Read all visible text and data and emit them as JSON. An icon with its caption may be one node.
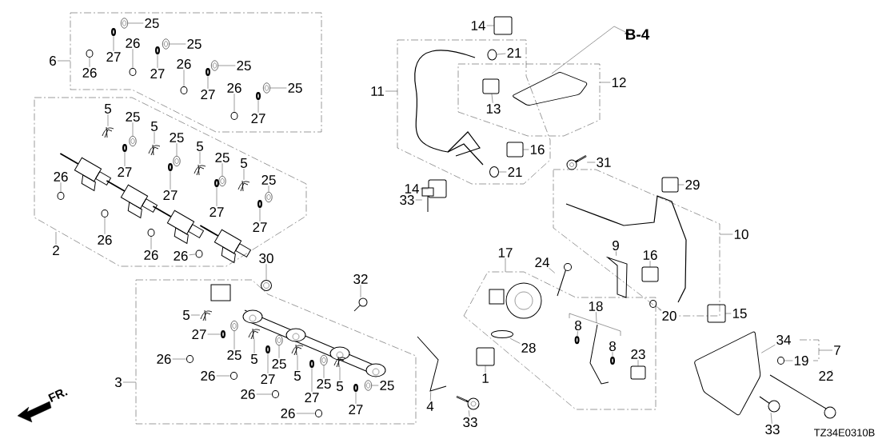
{
  "diagram": {
    "nodes": [
      {
        "text": [],
        "shape": "box"
      },
      {
        "text": [],
        "shape": "box"
      },
      {
        "text": [],
        "shape": "box"
      },
      {
        "text": [],
        "shape": "box"
      },
      {
        "text": [],
        "shape": "box"
      },
      {
        "text": [],
        "shape": "box"
      },
      {
        "text": [],
        "shape": "box"
      },
      {
        "text": [],
        "shape": "bracket"
      },
      {
        "text": [
          "25"
        ],
        "in": 0
      },
      {
        "text": [
          "27"
        ],
        "in": 0
      },
      {
        "text": [
          "26"
        ],
        "in": 0
      },
      {
        "text": [
          "25"
        ],
        "in": 0
      },
      {
        "text": [
          "27"
        ],
        "in": 0
      },
      {
        "text": [
          "26"
        ],
        "in": 0
      },
      {
        "text": [
          "25"
        ],
        "in": 0
      },
      {
        "text": [
          "27"
        ],
        "in": 0
      },
      {
        "text": [
          "26"
        ],
        "in": 0
      },
      {
        "text": [
          "25"
        ],
        "in": 0
      },
      {
        "text": [
          "27"
        ],
        "in": 0
      },
      {
        "text": [
          "26"
        ],
        "in": 0
      },
      {
        "text": [
          "6"
        ]
      },
      {
        "text": [
          "5"
        ],
        "in": 1
      },
      {
        "text": [
          "25"
        ],
        "in": 1
      },
      {
        "text": [
          "27"
        ],
        "in": 1
      },
      {
        "text": [
          "5"
        ],
        "in": 1
      },
      {
        "text": [
          "25"
        ],
        "in": 1
      },
      {
        "text": [
          "27"
        ],
        "in": 1
      },
      {
        "text": [
          "5"
        ],
        "in": 1
      },
      {
        "text": [
          "25"
        ],
        "in": 1
      },
      {
        "text": [
          "27"
        ],
        "in": 1
      },
      {
        "text": [
          "5"
        ],
        "in": 1
      },
      {
        "text": [
          "25"
        ],
        "in": 1
      },
      {
        "text": [
          "27"
        ],
        "in": 1
      },
      {
        "text": [
          "26"
        ],
        "in": 1
      },
      {
        "text": [
          "26"
        ],
        "in": 1
      },
      {
        "text": [
          "26"
        ],
        "in": 1
      },
      {
        "text": [
          "26"
        ],
        "in": 1
      },
      {
        "text": [
          "2"
        ]
      },
      {
        "text": [
          "30"
        ]
      },
      {
        "text": [
          "32"
        ]
      },
      {
        "text": [
          "5"
        ],
        "in": 2
      },
      {
        "text": [
          "27"
        ],
        "in": 2
      },
      {
        "text": [
          "25"
        ],
        "in": 2
      },
      {
        "text": [
          "5"
        ],
        "in": 2
      },
      {
        "text": [
          "27"
        ],
        "in": 2
      },
      {
        "text": [
          "25"
        ],
        "in": 2
      },
      {
        "text": [
          "5"
        ],
        "in": 2
      },
      {
        "text": [
          "27"
        ],
        "in": 2
      },
      {
        "text": [
          "25"
        ],
        "in": 2
      },
      {
        "text": [
          "5"
        ],
        "in": 2
      },
      {
        "text": [
          "27"
        ],
        "in": 2
      },
      {
        "text": [
          "25"
        ],
        "in": 2
      },
      {
        "text": [
          "26"
        ],
        "in": 2
      },
      {
        "text": [
          "26"
        ],
        "in": 2
      },
      {
        "text": [
          "26"
        ],
        "in": 2
      },
      {
        "text": [
          "26"
        ],
        "in": 2
      },
      {
        "text": [
          "3"
        ]
      },
      {
        "text": [
          "14"
        ]
      },
      {
        "text": [
          "21"
        ],
        "in": 3
      },
      {
        "text": [
          "11"
        ]
      },
      {
        "text": [
          "12"
        ]
      },
      {
        "text": [
          "13"
        ]
      },
      {
        "text": [
          "16"
        ],
        "in": 3
      },
      {
        "text": [
          "21"
        ],
        "in": 3
      },
      {
        "text": [
          "14"
        ]
      },
      {
        "text": [
          "31"
        ]
      },
      {
        "text": [
          "33"
        ]
      },
      {
        "text": [
          "29"
        ]
      },
      {
        "text": [
          "10"
        ]
      },
      {
        "text": [
          "17"
        ]
      },
      {
        "text": [
          "24"
        ]
      },
      {
        "text": [
          "9"
        ],
        "in": 5
      },
      {
        "text": [
          "16"
        ],
        "in": 5
      },
      {
        "text": [
          "20"
        ]
      },
      {
        "text": [
          "15"
        ]
      },
      {
        "text": [
          "18"
        ],
        "in": 6
      },
      {
        "text": [
          "8"
        ],
        "in": 6
      },
      {
        "text": [
          "8"
        ],
        "in": 6
      },
      {
        "text": [
          "23"
        ],
        "in": 6
      },
      {
        "text": [
          "28"
        ],
        "in": 6
      },
      {
        "text": [
          "1"
        ]
      },
      {
        "text": [
          "4"
        ]
      },
      {
        "text": [
          "33"
        ]
      },
      {
        "text": [
          "34"
        ]
      },
      {
        "text": [
          "19"
        ]
      },
      {
        "text": [
          "7"
        ]
      },
      {
        "text": [
          "22"
        ]
      },
      {
        "text": [
          "33"
        ]
      },
      {
        "text": [],
        "shape": "circle",
        "in": 0
      },
      {
        "text": [],
        "shape": "circle",
        "in": 0
      },
      {
        "text": [],
        "shape": "circle",
        "in": 0
      },
      {
        "text": [],
        "shape": "circle",
        "in": 0
      },
      {
        "text": [],
        "shape": "circle",
        "in": 0
      },
      {
        "text": [],
        "shape": "circle",
        "in": 0
      },
      {
        "text": [],
        "shape": "circle",
        "in": 0
      },
      {
        "text": [],
        "shape": "circle",
        "in": 0
      },
      {
        "text": [],
        "shape": "circle",
        "in": 0
      },
      {
        "text": [],
        "shape": "circle",
        "in": 0
      },
      {
        "text": [],
        "shape": "circle",
        "in": 0
      },
      {
        "text": [],
        "shape": "circle",
        "in": 0
      },
      {
        "text": [],
        "shape": "picture",
        "in": 1
      },
      {
        "text": [],
        "shape": "circle",
        "in": 1
      },
      {
        "text": [],
        "shape": "circle",
        "in": 1
      },
      {
        "text": [],
        "shape": "picture",
        "in": 1
      },
      {
        "text": [],
        "shape": "circle",
        "in": 1
      },
      {
        "text": [],
        "shape": "circle",
        "in": 1
      },
      {
        "text": [],
        "shape": "picture",
        "in": 1
      },
      {
        "text": [],
        "shape": "circle",
        "in": 1
      },
      {
        "text": [],
        "shape": "circle",
        "in": 1
      },
      {
        "text": [],
        "shape": "picture",
        "in": 1
      },
      {
        "text": [],
        "shape": "circle",
        "in": 1
      },
      {
        "text": [],
        "shape": "circle",
        "in": 1
      },
      {
        "text": [],
        "shape": "circle",
        "in": 1
      },
      {
        "text": [],
        "shape": "circle",
        "in": 1
      },
      {
        "text": [],
        "shape": "circle",
        "in": 1
      },
      {
        "text": [],
        "shape": "circle",
        "in": 1
      },
      {
        "text": [],
        "shape": "circle"
      },
      {
        "text": [],
        "shape": "picture"
      },
      {
        "text": [],
        "shape": "picture",
        "in": 2
      },
      {
        "text": [],
        "shape": "circle",
        "in": 2
      },
      {
        "text": [],
        "shape": "circle",
        "in": 2
      },
      {
        "text": [],
        "shape": "picture",
        "in": 2
      },
      {
        "text": [],
        "shape": "circle",
        "in": 2
      },
      {
        "text": [],
        "shape": "circle",
        "in": 2
      },
      {
        "text": [],
        "shape": "picture",
        "in": 2
      },
      {
        "text": [],
        "shape": "circle",
        "in": 2
      },
      {
        "text": [],
        "shape": "circle",
        "in": 2
      },
      {
        "text": [],
        "shape": "picture",
        "in": 2
      },
      {
        "text": [],
        "shape": "circle",
        "in": 2
      },
      {
        "text": [],
        "shape": "circle",
        "in": 2
      },
      {
        "text": [],
        "shape": "circle",
        "in": 2
      },
      {
        "text": [],
        "shape": "circle",
        "in": 2
      },
      {
        "text": [],
        "shape": "circle",
        "in": 2
      },
      {
        "text": [],
        "shape": "circle",
        "in": 2
      },
      {
        "text": [],
        "shape": "box"
      },
      {
        "text": [],
        "shape": "circle",
        "in": 3
      },
      {
        "text": [],
        "shape": "box"
      },
      {
        "text": [],
        "shape": "box",
        "in": 3
      },
      {
        "text": [],
        "shape": "circle",
        "in": 3
      },
      {
        "text": [],
        "shape": "box"
      },
      {
        "text": [],
        "shape": "picture"
      },
      {
        "text": [],
        "shape": "picture"
      },
      {
        "text": [],
        "shape": "box"
      },
      {
        "text": [],
        "shape": "picture"
      },
      {
        "text": [],
        "shape": "picture"
      },
      {
        "text": [],
        "shape": "box",
        "in": 5
      },
      {
        "text": [],
        "shape": "circle"
      },
      {
        "text": [],
        "shape": "box"
      },
      {
        "text": [],
        "shape": "picture",
        "in": 6
      },
      {
        "text": [],
        "shape": "circle",
        "in": 6
      },
      {
        "text": [],
        "shape": "circle",
        "in": 6
      },
      {
        "text": [],
        "shape": "box",
        "in": 6
      },
      {
        "text": [],
        "shape": "circle",
        "in": 6
      },
      {
        "text": [],
        "shape": "box"
      },
      {
        "text": [],
        "shape": "picture"
      },
      {
        "text": [],
        "shape": "picture"
      },
      {
        "text": [],
        "shape": "picture"
      },
      {
        "text": [],
        "shape": "circle"
      },
      {
        "text": [],
        "shape": "picture"
      },
      {
        "text": [],
        "shape": "picture"
      }
    ],
    "edges": [
      {
        "from": 8,
        "to": 88,
        "arrow": "none"
      },
      {
        "from": 9,
        "to": 89,
        "arrow": "none"
      },
      {
        "from": 10,
        "to": 90,
        "arrow": "none"
      },
      {
        "from": 11,
        "to": 91,
        "arrow": "none"
      },
      {
        "from": 12,
        "to": 92,
        "arrow": "none"
      },
      {
        "from": 13,
        "to": 93,
        "arrow": "none"
      },
      {
        "from": 14,
        "to": 94,
        "arrow": "none"
      },
      {
        "from": 15,
        "to": 95,
        "arrow": "none"
      },
      {
        "from": 16,
        "to": 96,
        "arrow": "none"
      },
      {
        "from": 17,
        "to": 97,
        "arrow": "none"
      },
      {
        "from": 18,
        "to": 98,
        "arrow": "none"
      },
      {
        "from": 19,
        "to": 99,
        "arrow": "none"
      },
      {
        "from": 20,
        "to": 0,
        "arrow": "none"
      },
      {
        "from": 21,
        "to": 100,
        "arrow": "none"
      },
      {
        "from": 22,
        "to": 101,
        "arrow": "none"
      },
      {
        "from": 23,
        "to": 102,
        "arrow": "none"
      },
      {
        "from": 24,
        "to": 103,
        "arrow": "none"
      },
      {
        "from": 25,
        "to": 104,
        "arrow": "none"
      },
      {
        "from": 26,
        "to": 105,
        "arrow": "none"
      },
      {
        "from": 27,
        "to": 106,
        "arrow": "none"
      },
      {
        "from": 28,
        "to": 107,
        "arrow": "none"
      },
      {
        "from": 29,
        "to": 108,
        "arrow": "none"
      },
      {
        "from": 30,
        "to": 109,
        "arrow": "none"
      },
      {
        "from": 31,
        "to": 110,
        "arrow": "none"
      },
      {
        "from": 32,
        "to": 111,
        "arrow": "none"
      },
      {
        "from": 33,
        "to": 112,
        "arrow": "none"
      },
      {
        "from": 34,
        "to": 113,
        "arrow": "none"
      },
      {
        "from": 35,
        "to": 114,
        "arrow": "none"
      },
      {
        "from": 36,
        "to": 115,
        "arrow": "none"
      },
      {
        "from": 37,
        "to": 1,
        "arrow": "none"
      },
      {
        "from": 38,
        "to": 116,
        "arrow": "none"
      },
      {
        "from": 39,
        "to": 117,
        "arrow": "none"
      },
      {
        "from": 40,
        "to": 118,
        "arrow": "none"
      },
      {
        "from": 41,
        "to": 119,
        "arrow": "none"
      },
      {
        "from": 42,
        "to": 120,
        "arrow": "none"
      },
      {
        "from": 43,
        "to": 121,
        "arrow": "none"
      },
      {
        "from": 44,
        "to": 122,
        "arrow": "none"
      },
      {
        "from": 45,
        "to": 123,
        "arrow": "none"
      },
      {
        "from": 46,
        "to": 124,
        "arrow": "none"
      },
      {
        "from": 47,
        "to": 125,
        "arrow": "none"
      },
      {
        "from": 48,
        "to": 126,
        "arrow": "none"
      },
      {
        "from": 49,
        "to": 127,
        "arrow": "none"
      },
      {
        "from": 50,
        "to": 128,
        "arrow": "none"
      },
      {
        "from": 51,
        "to": 129,
        "arrow": "none"
      },
      {
        "from": 52,
        "to": 130,
        "arrow": "none"
      },
      {
        "from": 53,
        "to": 131,
        "arrow": "none"
      },
      {
        "from": 54,
        "to": 132,
        "arrow": "none"
      },
      {
        "from": 55,
        "to": 133,
        "arrow": "none"
      },
      {
        "from": 56,
        "to": 2,
        "arrow": "none"
      },
      {
        "from": 57,
        "to": 134,
        "arrow": "none"
      },
      {
        "from": 58,
        "to": 135,
        "arrow": "none"
      },
      {
        "from": 59,
        "to": 3,
        "arrow": "none"
      },
      {
        "from": 60,
        "to": 4,
        "arrow": "none"
      },
      {
        "from": 61,
        "to": 136,
        "arrow": "none"
      },
      {
        "from": 62,
        "to": 137,
        "arrow": "none"
      },
      {
        "from": 63,
        "to": 138,
        "arrow": "none"
      },
      {
        "from": 64,
        "to": 139,
        "arrow": "none"
      },
      {
        "from": 65,
        "to": 140,
        "arrow": "none"
      },
      {
        "from": 66,
        "to": 141,
        "arrow": "none"
      },
      {
        "from": 67,
        "to": 142,
        "arrow": "none"
      },
      {
        "from": 68,
        "to": 5,
        "arrow": "none"
      },
      {
        "from": 69,
        "to": 6,
        "arrow": "none"
      },
      {
        "from": 70,
        "to": 143,
        "arrow": "none"
      },
      {
        "from": 71,
        "to": 144,
        "arrow": "none"
      },
      {
        "from": 72,
        "to": 145,
        "arrow": "none"
      },
      {
        "from": 73,
        "to": 146,
        "arrow": "none"
      },
      {
        "from": 74,
        "to": 147,
        "arrow": "none"
      },
      {
        "from": 75,
        "to": 148,
        "arrow": "none"
      },
      {
        "from": 76,
        "to": 149,
        "arrow": "none"
      },
      {
        "from": 77,
        "to": 150,
        "arrow": "none"
      },
      {
        "from": 78,
        "to": 151,
        "arrow": "none"
      },
      {
        "from": 79,
        "to": 152,
        "arrow": "none"
      },
      {
        "from": 80,
        "to": 153,
        "arrow": "none"
      },
      {
        "from": 81,
        "to": 154,
        "arrow": "none"
      },
      {
        "from": 82,
        "to": 155,
        "arrow": "none"
      },
      {
        "from": 83,
        "to": 156,
        "arrow": "none"
      },
      {
        "from": 84,
        "to": 157,
        "arrow": "none"
      },
      {
        "from": 85,
        "to": 7,
        "arrow": "none"
      },
      {
        "from": 86,
        "to": 158,
        "arrow": "none"
      },
      {
        "from": 87,
        "to": 159,
        "arrow": "none"
      }
    ],
    "labels": [
      "B-4",
      "FR.",
      "TZ34E0310B"
    ]
  }
}
